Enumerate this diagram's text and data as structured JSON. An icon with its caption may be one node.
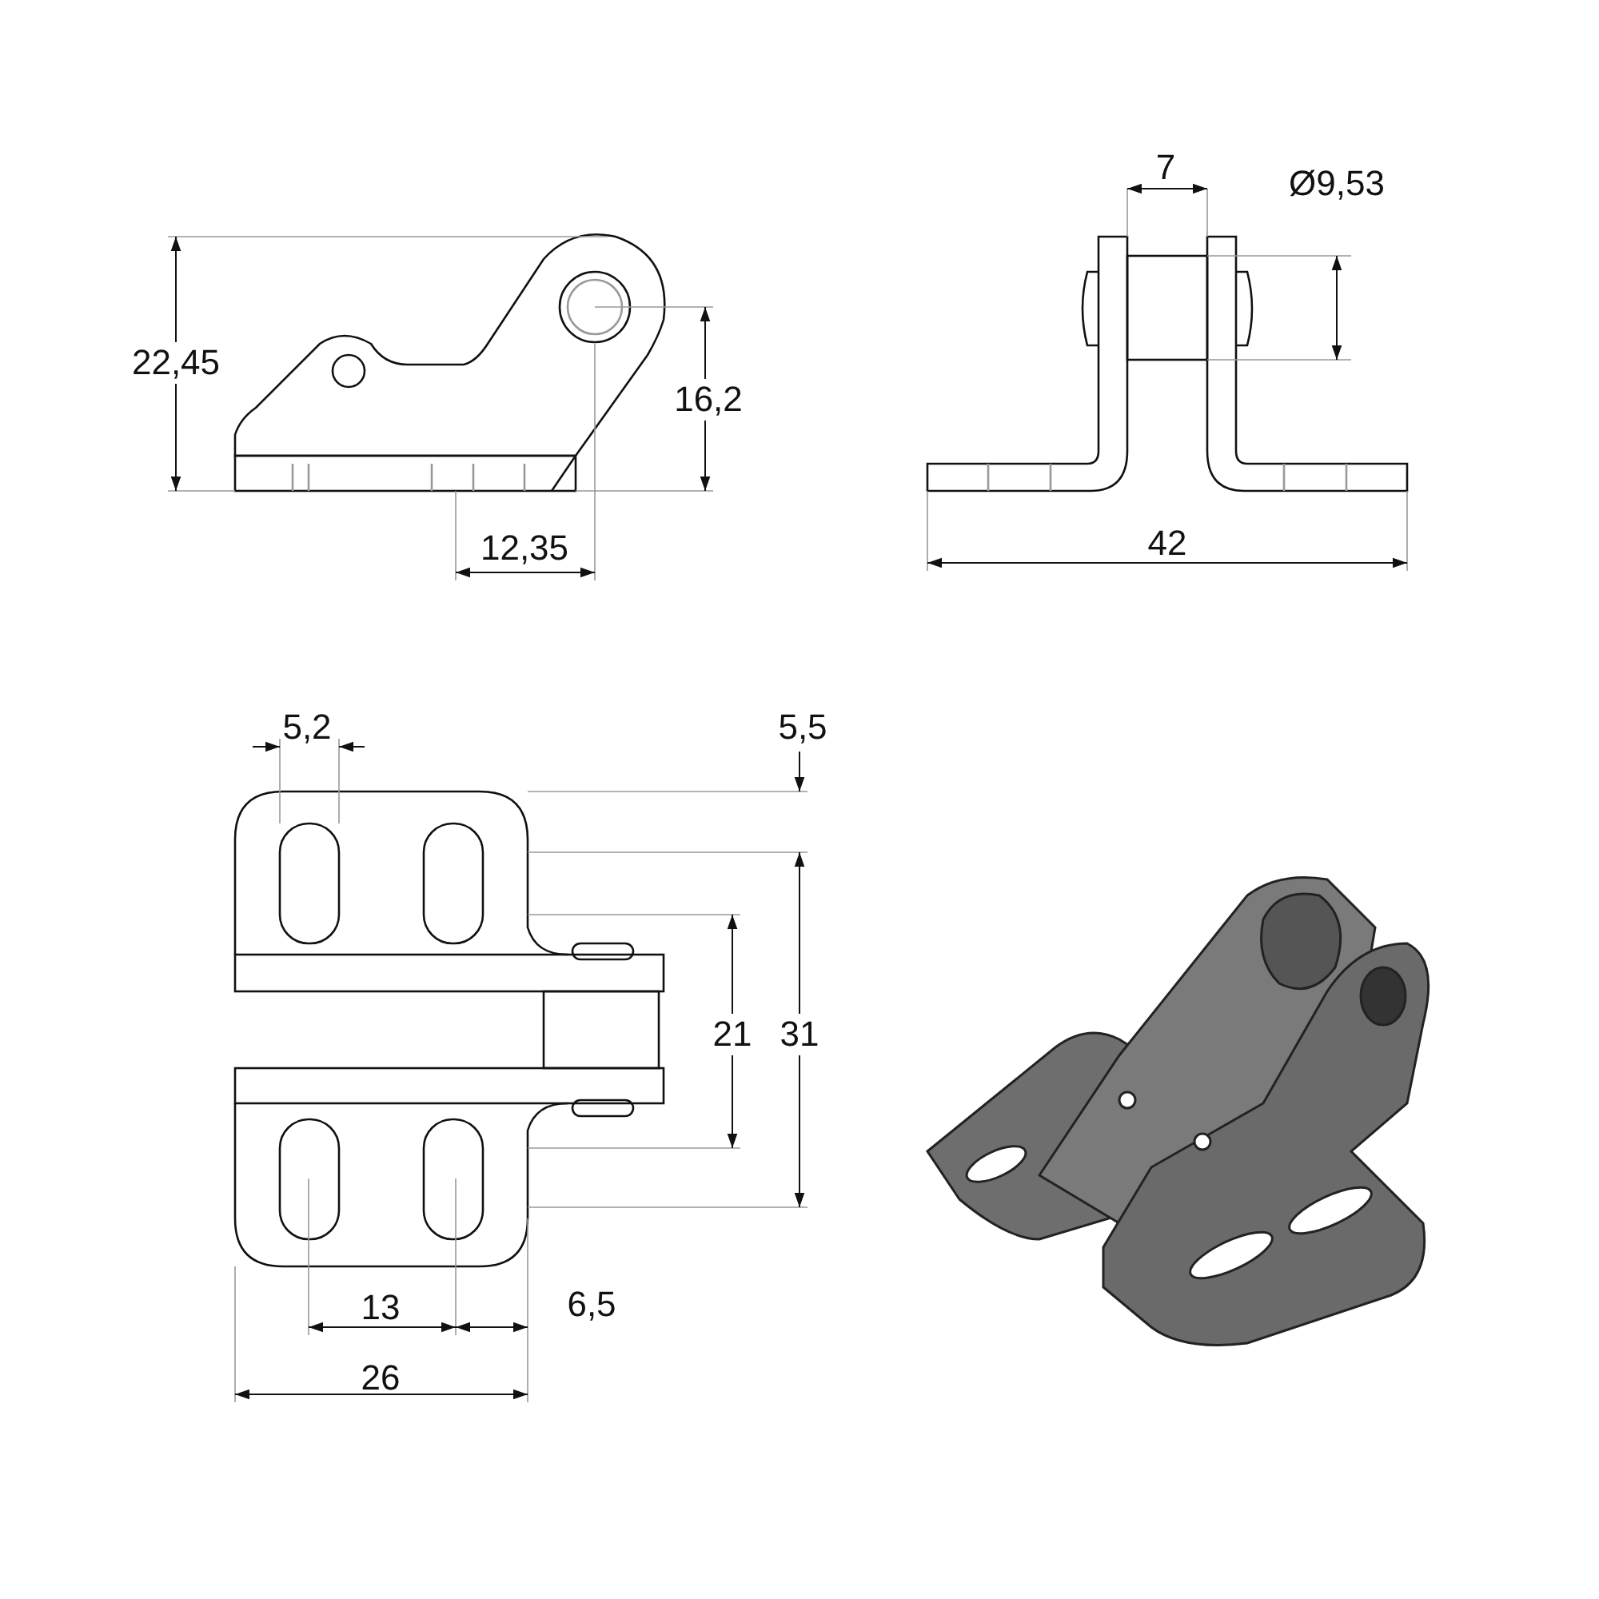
{
  "diagram": {
    "labels": [
      "7",
      "Ø9,53",
      "22,45",
      "16,2",
      "12,35",
      "42",
      "5,2",
      "5,5",
      "21",
      "31",
      "13",
      "6,5",
      "26"
    ]
  }
}
